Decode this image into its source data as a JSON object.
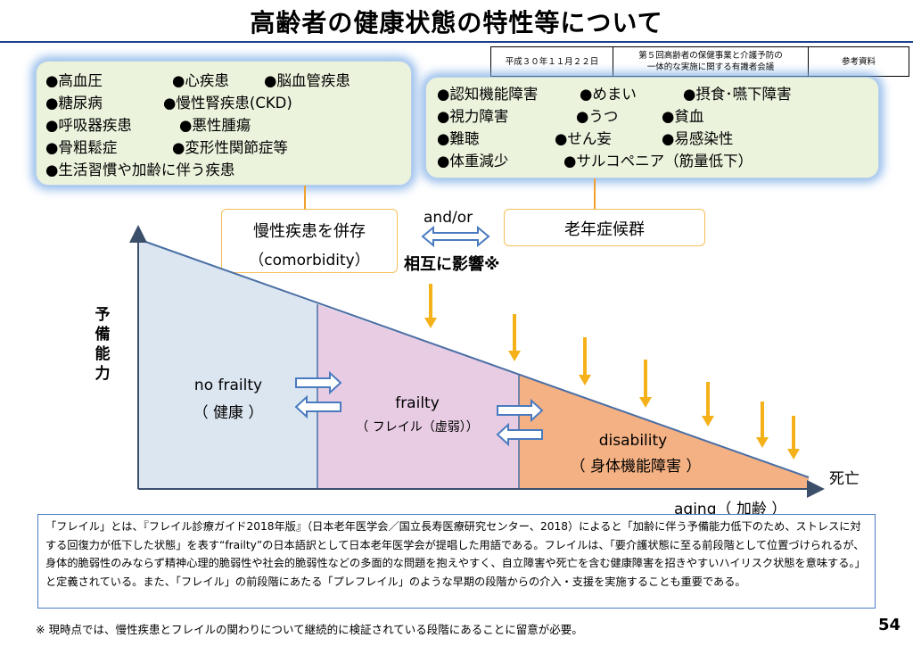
{
  "title": "高齢者の健康状態の特性等について",
  "meta": {
    "date": "平成３０年１１月２２日",
    "meeting_line1": "第５回高齢者の保健事業と介護予防の",
    "meeting_line2": "一体的な実施に関する有識者会議",
    "reference": "参考資料"
  },
  "chronic_diseases": [
    "●高血圧",
    "●心疾患",
    "●脳血管疾患",
    "●糖尿病",
    "●慢性腎疾患(CKD)",
    "●呼吸器疾患",
    "●悪性腫瘍",
    "●骨粗鬆症",
    "●変形性関節症等",
    "●生活習慣や加齢に伴う疾患"
  ],
  "geriatric_syndromes": [
    "●認知機能障害",
    "●めまい",
    "●摂食･嚥下障害",
    "●視力障害",
    "●うつ",
    "●貧血",
    "●難聴",
    "●せん妄",
    "●易感染性",
    "●体重減少",
    "●サルコペニア（筋量低下）"
  ],
  "comorbidity_label": "慢性疾患を併存",
  "comorbidity_en": "（comorbidity）",
  "geriatric_label": "老年症候群",
  "andor_label": "and/or",
  "mutual_label": "相互に影響※",
  "y_axis_label": "予備能力",
  "x_axis_label": "aging（ 加齢 ）",
  "death_label": "死亡",
  "stages": [
    {
      "en": "no frailty",
      "jp": "（ 健康 ）",
      "color": "#dce6f1"
    },
    {
      "en": "frailty",
      "jp": "（ フレイル（虚弱））",
      "color": "#e8cce3"
    },
    {
      "en": "disability",
      "jp": "（ 身体機能障害 ）",
      "color": "#f4b183"
    }
  ],
  "colors": {
    "line": "#4a6fa5",
    "arrow": "#f5b11a",
    "axis": "#3b4f6b",
    "title_rule": "#1f3f8f"
  },
  "note": "「フレイル」とは、『フレイル診療ガイド2018年版』（日本老年医学会／国立長寿医療研究センター、2018）によると「加齢に伴う予備能力低下のため、ストレスに対する回復力が低下した状態」を表す“frailty”の日本語訳として日本老年医学会が提唱した用語である。フレイルは、「要介護状態に至る前段階として位置づけられるが、身体的脆弱性のみならず精神心理的脆弱性や社会的脆弱性などの多面的な問題を抱えやすく、自立障害や死亡を含む健康障害を招きやすいハイリスク状態を意味する。」と定義されている。また、「フレイル」の前段階にあたる「プレフレイル」のような早期の段階からの介入・支援を実施することも重要である。",
  "footnote": "※ 現時点では、慢性疾患とフレイルの関わりについて継続的に検証されている段階にあることに留意が必要。",
  "page_number": "54"
}
